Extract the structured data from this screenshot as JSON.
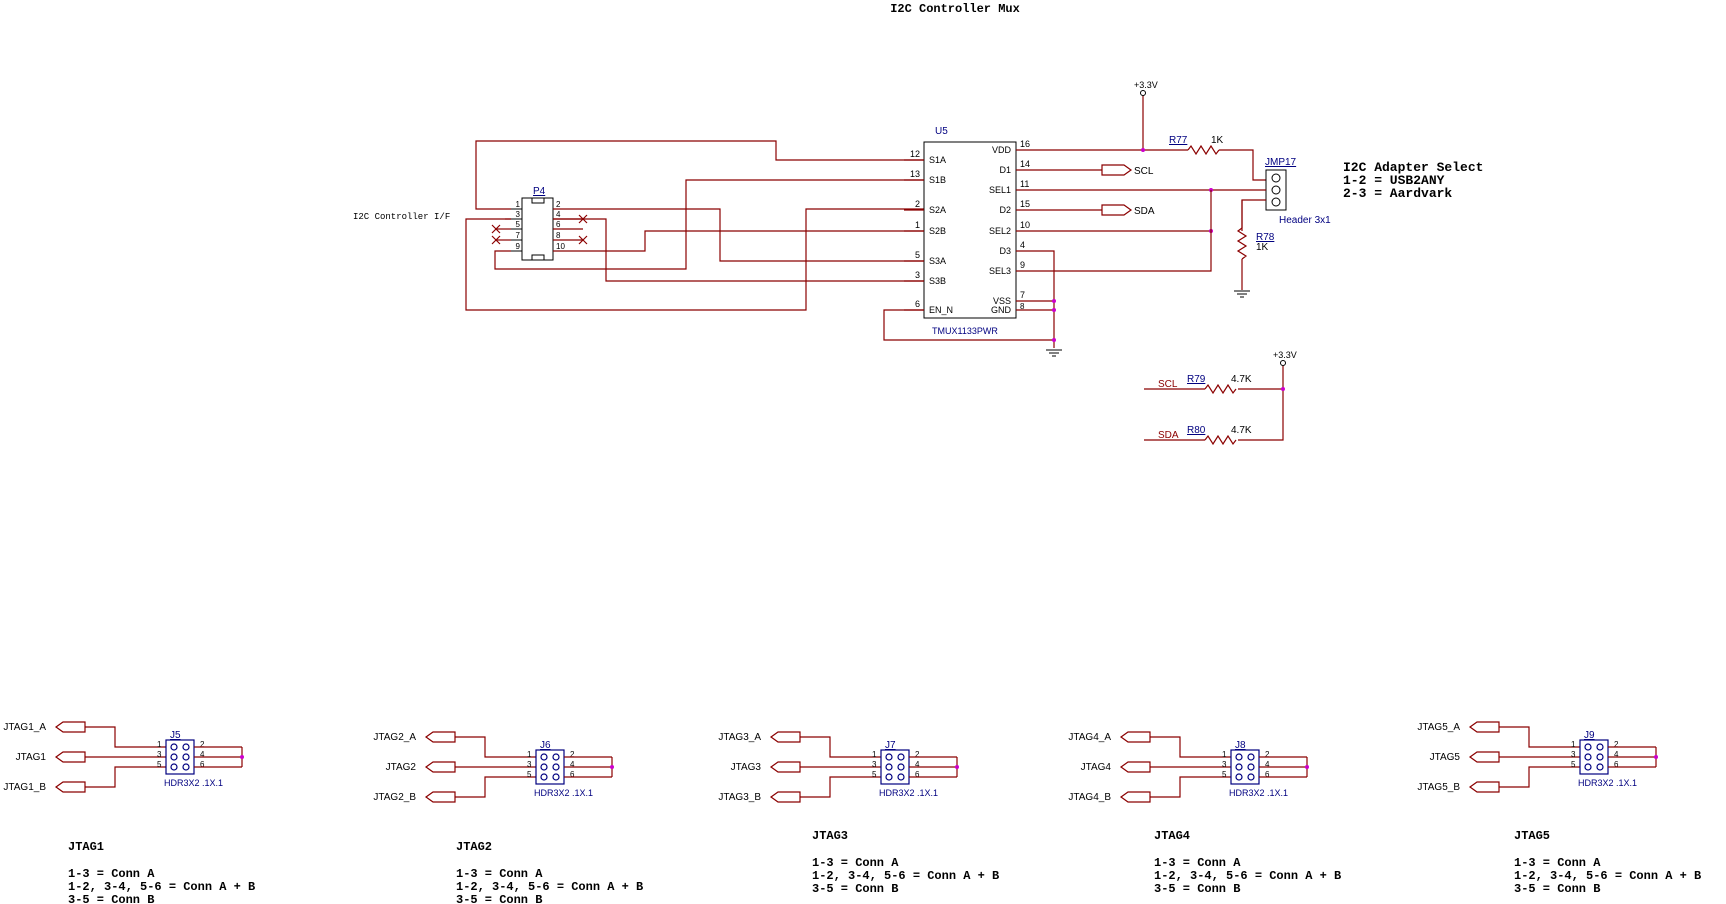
{
  "title": "I2C Controller Mux",
  "u5": {
    "ref": "U5",
    "part": "TMUX1133PWR",
    "left_pins": [
      {
        "num": "12",
        "name": "S1A"
      },
      {
        "num": "13",
        "name": "S1B"
      },
      {
        "num": "2",
        "name": "S2A"
      },
      {
        "num": "1",
        "name": "S2B"
      },
      {
        "num": "5",
        "name": "S3A"
      },
      {
        "num": "3",
        "name": "S3B"
      },
      {
        "num": "6",
        "name": "EN_N"
      }
    ],
    "right_pins": [
      {
        "num": "16",
        "name": "VDD"
      },
      {
        "num": "14",
        "name": "D1"
      },
      {
        "num": "11",
        "name": "SEL1"
      },
      {
        "num": "15",
        "name": "D2"
      },
      {
        "num": "10",
        "name": "SEL2"
      },
      {
        "num": "4",
        "name": "D3"
      },
      {
        "num": "9",
        "name": "SEL3"
      },
      {
        "num": "7",
        "name": "VSS"
      },
      {
        "num": "8",
        "name": "GND"
      }
    ]
  },
  "p4": {
    "ref": "P4",
    "label": "I2C Controller I/F",
    "left_pins": [
      "1",
      "3",
      "5",
      "7",
      "9"
    ],
    "right_pins": [
      "2",
      "4",
      "6",
      "8",
      "10"
    ]
  },
  "nets": {
    "scl": "SCL",
    "sda": "SDA",
    "vcc": "+3.3V"
  },
  "r77": {
    "ref": "R77",
    "value": "1K"
  },
  "r78": {
    "ref": "R78",
    "value": "1K"
  },
  "r79": {
    "ref": "R79",
    "value": "4.7K"
  },
  "r80": {
    "ref": "R80",
    "value": "4.7K"
  },
  "jmp17": {
    "ref": "JMP17",
    "part": "Header 3x1"
  },
  "adapter_note": [
    "I2C Adapter Select",
    "1-2 = USB2ANY",
    "2-3 = Aardvark"
  ],
  "jtag": [
    {
      "ref": "J5",
      "part": "HDR3X2 .1X.1",
      "net_a": "JTAG1_A",
      "net": "JTAG1",
      "net_b": "JTAG1_B",
      "title": "JTAG1",
      "notes": [
        "1-3 = Conn A",
        "1-2, 3-4, 5-6 = Conn A + B",
        "3-5 = Conn B"
      ]
    },
    {
      "ref": "J6",
      "part": "HDR3X2 .1X.1",
      "net_a": "JTAG2_A",
      "net": "JTAG2",
      "net_b": "JTAG2_B",
      "title": "JTAG2",
      "notes": [
        "1-3 = Conn A",
        "1-2, 3-4, 5-6 = Conn A + B",
        "3-5 = Conn B"
      ]
    },
    {
      "ref": "J7",
      "part": "HDR3X2 .1X.1",
      "net_a": "JTAG3_A",
      "net": "JTAG3",
      "net_b": "JTAG3_B",
      "title": "JTAG3",
      "notes": [
        "1-3 = Conn A",
        "1-2, 3-4, 5-6 = Conn A + B",
        "3-5 = Conn B"
      ]
    },
    {
      "ref": "J8",
      "part": "HDR3X2 .1X.1",
      "net_a": "JTAG4_A",
      "net": "JTAG4",
      "net_b": "JTAG4_B",
      "title": "JTAG4",
      "notes": [
        "1-3 = Conn A",
        "1-2, 3-4, 5-6 = Conn A + B",
        "3-5 = Conn B"
      ]
    },
    {
      "ref": "J9",
      "part": "HDR3X2 .1X.1",
      "net_a": "JTAG5_A",
      "net": "JTAG5",
      "net_b": "JTAG5_B",
      "title": "JTAG5",
      "notes": [
        "1-3 = Conn A",
        "1-2, 3-4, 5-6 = Conn A + B",
        "3-5 = Conn B"
      ]
    }
  ],
  "colors": {
    "wire": "#8b0000",
    "component": "#000080",
    "junction": "#cc00cc"
  }
}
